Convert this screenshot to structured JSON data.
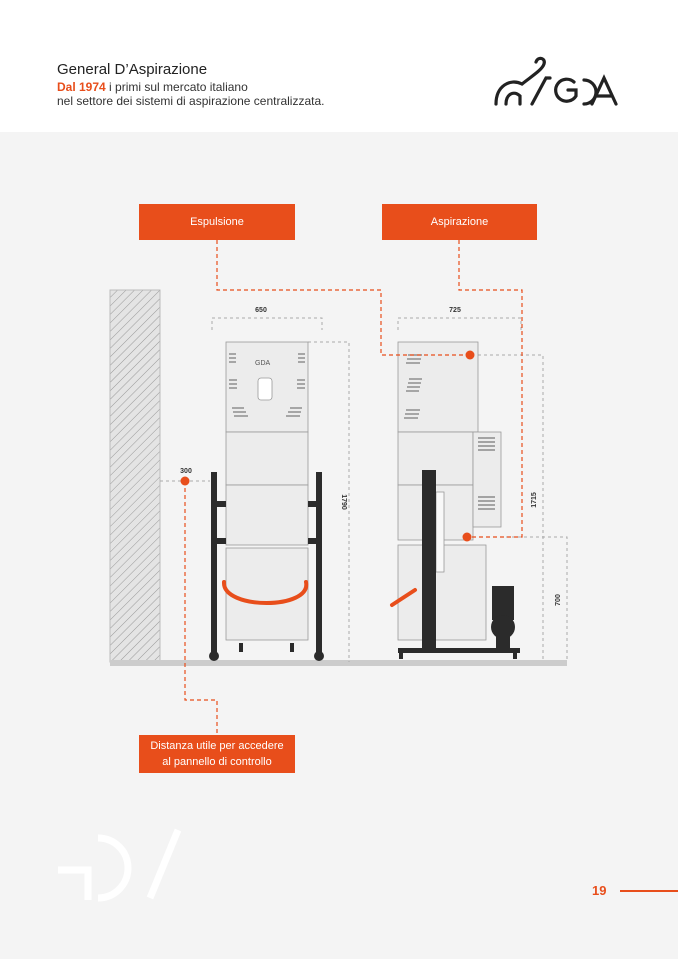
{
  "header": {
    "title": "General D’Aspirazione",
    "subtitle_highlight": "Dal 1974",
    "subtitle_rest": " i primi sul mercato italiano",
    "subtitle_line2": "nel settore dei sistemi di aspirazione centralizzata.",
    "logo_text": "GDA"
  },
  "diagram": {
    "labels": {
      "expulsion": "Espulsione",
      "aspiration": "Aspirazione",
      "access_distance": "Distanza utile per accedere al pannello di controllo"
    },
    "dimensions": {
      "left_width": "650",
      "right_width": "725",
      "wall_distance": "300",
      "left_height": "1790",
      "right_height": "1715",
      "inlet_height": "700"
    }
  },
  "footer": {
    "page_number": "19"
  },
  "colors": {
    "accent": "#e84e1b",
    "dark": "#2b2b2b",
    "background": "#f4f4f4"
  }
}
